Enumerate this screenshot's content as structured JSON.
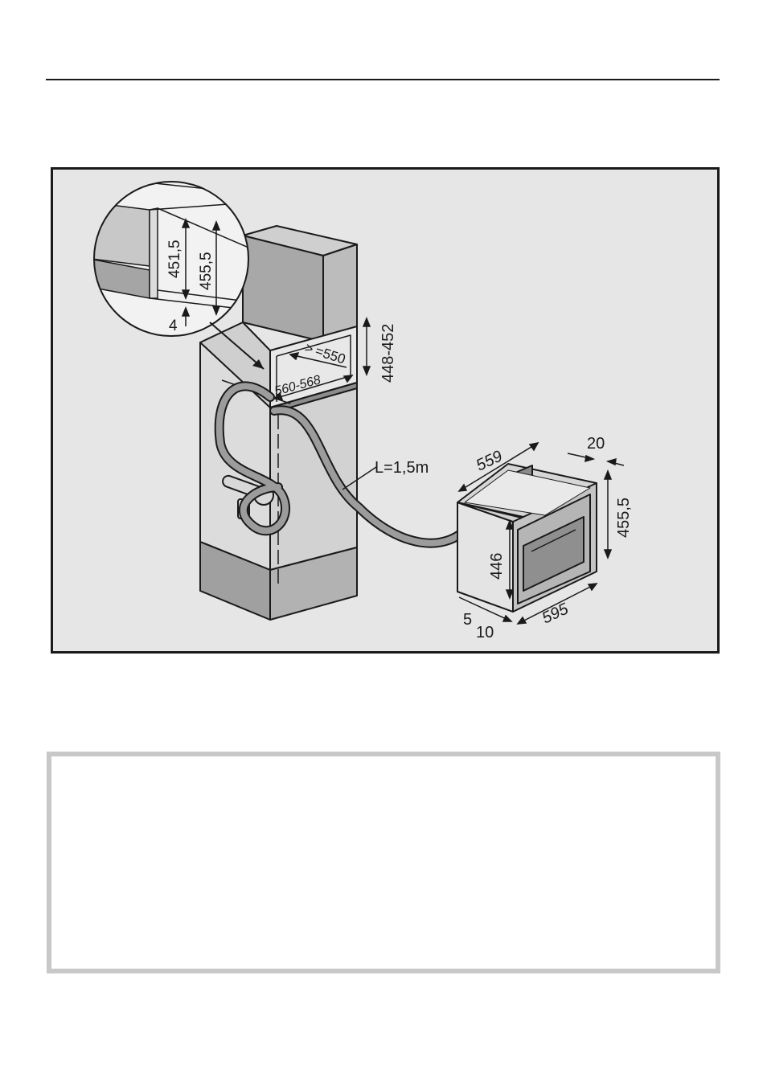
{
  "colors": {
    "figure_background": "#e6e6e6",
    "cabinet_dark": "#9a9a9a",
    "cabinet_mid": "#bdbdbd",
    "cabinet_light": "#d8d8d8",
    "line": "#1a1a1a",
    "note_border": "#c8c8c8"
  },
  "dimensions": {
    "detail_height_1": "451,5",
    "detail_height_2": "455,5",
    "detail_gap": "4",
    "niche_height": "448-452",
    "niche_depth": "=550",
    "niche_depth_prefix": ">",
    "niche_width": "560-568",
    "hose_length": "L=1,5m",
    "appliance_depth_top": "559",
    "appliance_front_depth": "20",
    "appliance_height": "455,5",
    "appliance_inner_height": "446",
    "appliance_width": "595",
    "appliance_depth_bottom_1": "5",
    "appliance_depth_bottom_2": "10"
  }
}
